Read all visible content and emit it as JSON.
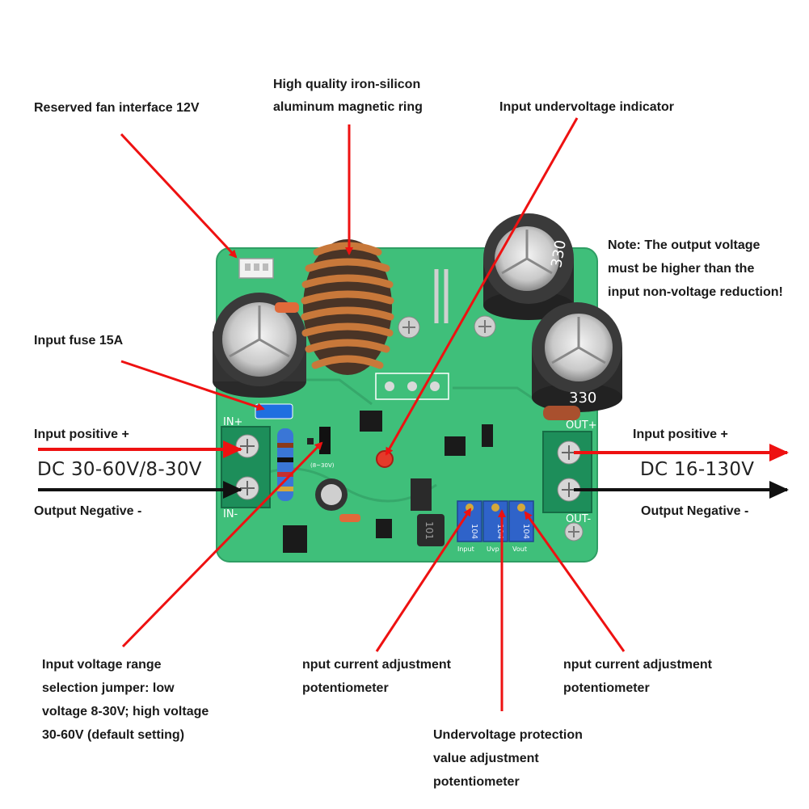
{
  "labels": {
    "fan": "Reserved fan interface 12V",
    "ring_1": "High quality iron-silicon",
    "ring_2": "aluminum magnetic ring",
    "undervoltage_indicator": "Input undervoltage indicator",
    "note_1": "Note: The output voltage",
    "note_2": "must be higher than the",
    "note_3": "input non-voltage reduction!",
    "fuse": "Input fuse 15A",
    "in_positive": "Input positive +",
    "in_range": "DC 30-60V/8-30V",
    "in_negative": "Output Negative -",
    "out_positive": "Input positive +",
    "out_range": "DC 16-130V",
    "out_negative": "Output Negative -",
    "jumper_1": "Input voltage range",
    "jumper_2": "selection jumper: low",
    "jumper_3": "voltage 8-30V; high voltage",
    "jumper_4": "30-60V (default setting)",
    "pot_left_1": "nput current adjustment",
    "pot_left_2": "potentiometer",
    "pot_right_1": "nput current adjustment",
    "pot_right_2": "potentiometer",
    "pot_mid_1": "Undervoltage protection",
    "pot_mid_2": "value adjustment",
    "pot_mid_3": "potentiometer"
  },
  "board": {
    "in_plus": "IN+",
    "in_minus": "IN-",
    "out_plus": "OUT+",
    "out_minus": "OUT-",
    "cap_value": "330",
    "pot_code": "104",
    "pot_labels": [
      "Input",
      "Uvp",
      "Vout"
    ],
    "inductor_code": "101",
    "jumper_range": "(8~30V)"
  },
  "colors": {
    "pcb": "#3fbf7a",
    "arrow_red": "#ee1111",
    "arrow_black": "#111111",
    "copper": "#c8783a",
    "pot_blue": "#2f63c9"
  }
}
